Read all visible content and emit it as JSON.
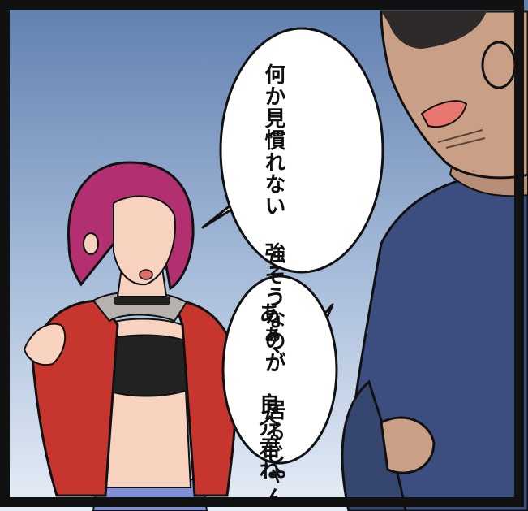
{
  "colors": {
    "sky_top": "#5f7fae",
    "sky_bottom": "#dfe8f3",
    "panel_border": "#111111",
    "jacket": "#c6362f",
    "hair": "#b2306f",
    "skin": "#f6d2bf",
    "man_shirt": "#3c4d80",
    "man_skin": "#c99f86",
    "bubble_fill": "#ffffff",
    "bubble_outline": "#111111"
  },
  "speech": {
    "bubble1": [
      "何か見慣れない",
      "強そうなのが",
      "居るじゃん"
    ],
    "bubble2": [
      "あぁ、",
      "良介君ね"
    ]
  }
}
